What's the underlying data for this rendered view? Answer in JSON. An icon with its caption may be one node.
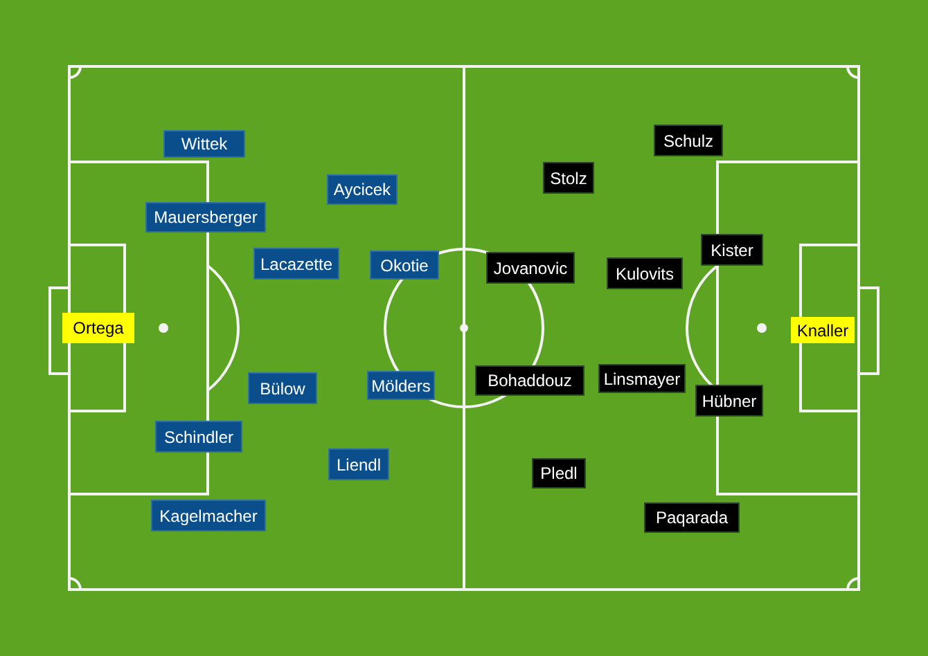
{
  "diagram": {
    "nodes": [
      {
        "text": [
          "Wittek"
        ]
      },
      {
        "text": [
          "Mauersberger"
        ]
      },
      {
        "text": [
          "Aycicek"
        ]
      },
      {
        "text": [
          "Lacazette"
        ]
      },
      {
        "text": [
          "Okotie"
        ]
      },
      {
        "text": [
          "Ortega"
        ]
      },
      {
        "text": [
          "Bülow"
        ]
      },
      {
        "text": [
          "Mölders"
        ]
      },
      {
        "text": [
          "Schindler"
        ]
      },
      {
        "text": [
          "Liendl"
        ]
      },
      {
        "text": [
          "Kagelmacher"
        ]
      },
      {
        "text": [
          "Schulz"
        ]
      },
      {
        "text": [
          "Stolz"
        ]
      },
      {
        "text": [
          "Jovanovic"
        ]
      },
      {
        "text": [
          "Kulovits"
        ]
      },
      {
        "text": [
          "Kister"
        ]
      },
      {
        "text": [
          "Knaller"
        ]
      },
      {
        "text": [
          "Bohaddouz"
        ]
      },
      {
        "text": [
          "Linsmayer"
        ]
      },
      {
        "text": [
          "Hübner"
        ]
      },
      {
        "text": [
          "Pledl"
        ]
      },
      {
        "text": [
          "Paqarada"
        ]
      }
    ]
  }
}
